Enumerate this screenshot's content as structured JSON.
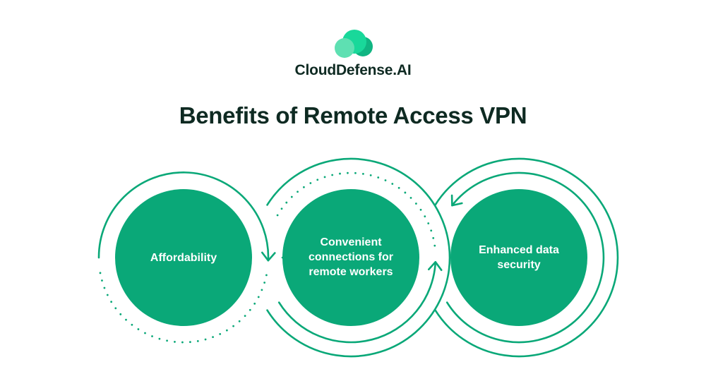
{
  "brand": {
    "name": "CloudDefense.AI",
    "logo_icon": "cloud-icon",
    "colors": {
      "cloud_front": "#5ee0b2",
      "cloud_mid": "#19d89a",
      "cloud_back": "#10b582"
    }
  },
  "title": "Benefits of Remote Access VPN",
  "colors": {
    "accent": "#0aa878",
    "text": "#0e2a22",
    "label_text": "#ffffff",
    "background": "#ffffff"
  },
  "benefits": [
    {
      "label": "Affordability",
      "lines": [
        "Affordability"
      ],
      "arrow_direction": "clockwise"
    },
    {
      "label": "Convenient connections for remote workers",
      "lines": [
        "Convenient",
        "connections for",
        "remote workers"
      ],
      "arrow_direction": "counter-clockwise"
    },
    {
      "label": "Enhanced data security",
      "lines": [
        "Enhanced data",
        "security"
      ],
      "arrow_direction": "counter-clockwise"
    }
  ]
}
